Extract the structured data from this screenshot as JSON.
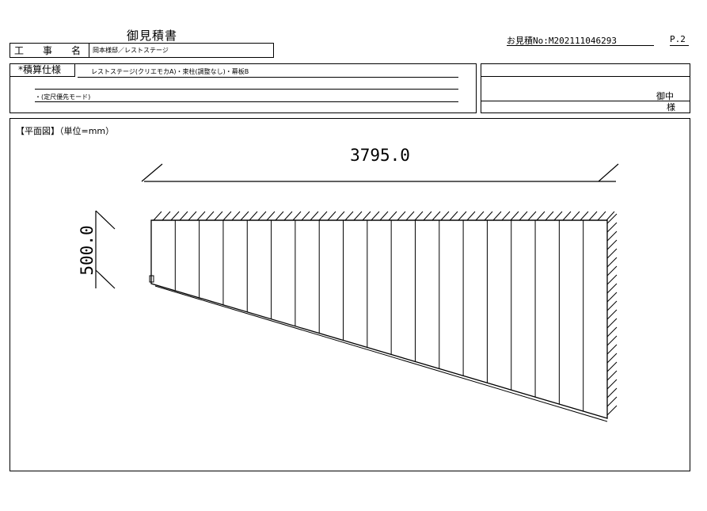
{
  "header": {
    "title": "御見積書",
    "estimate_no": "お見積No:M202111046293",
    "page": "P.2"
  },
  "project": {
    "label_chars": [
      "工",
      "事",
      "名"
    ],
    "name": "岡本様邸／レストステージ"
  },
  "spec": {
    "label": "*積算仕様",
    "line1": "レストステージ(クリエモカA)・束柱(調整なし)・幕板B",
    "line2": "・(定尺優先モード)"
  },
  "client": {
    "onchu": "御中",
    "sama": "様"
  },
  "plan": {
    "title": "【平面図】（単位=mm）",
    "width_dim": "3795.0",
    "depth_dim": "500.0",
    "board_count": 19
  }
}
